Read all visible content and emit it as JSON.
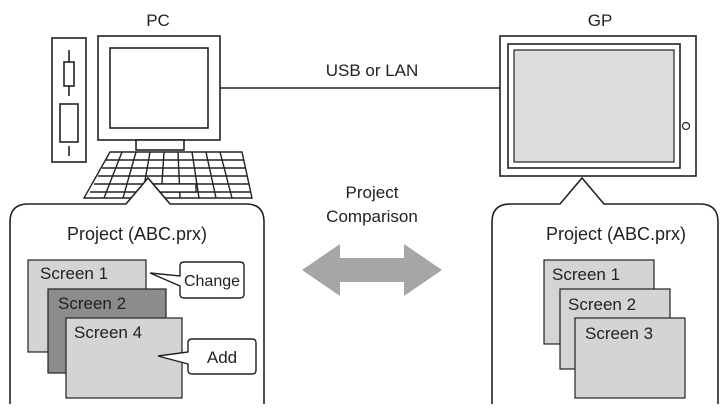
{
  "labels": {
    "pc": "PC",
    "gp": "GP",
    "connection": "USB or LAN",
    "comparison_line1": "Project",
    "comparison_line2": "Comparison"
  },
  "left_project": {
    "title": "Project (ABC.prx)",
    "screens": [
      "Screen 1",
      "Screen 2",
      "Screen 4"
    ],
    "callouts": [
      "Change",
      "Add"
    ]
  },
  "right_project": {
    "title": "Project (ABC.prx)",
    "screens": [
      "Screen 1",
      "Screen 2",
      "Screen 3"
    ]
  },
  "colors": {
    "line": "#222222",
    "screen_light": "#d4d4d4",
    "screen_dark": "#8c8c8c",
    "screen_medium": "#bdbdbd",
    "gp_panel": "#dcdcdc",
    "arrow": "#a6a6a6"
  }
}
